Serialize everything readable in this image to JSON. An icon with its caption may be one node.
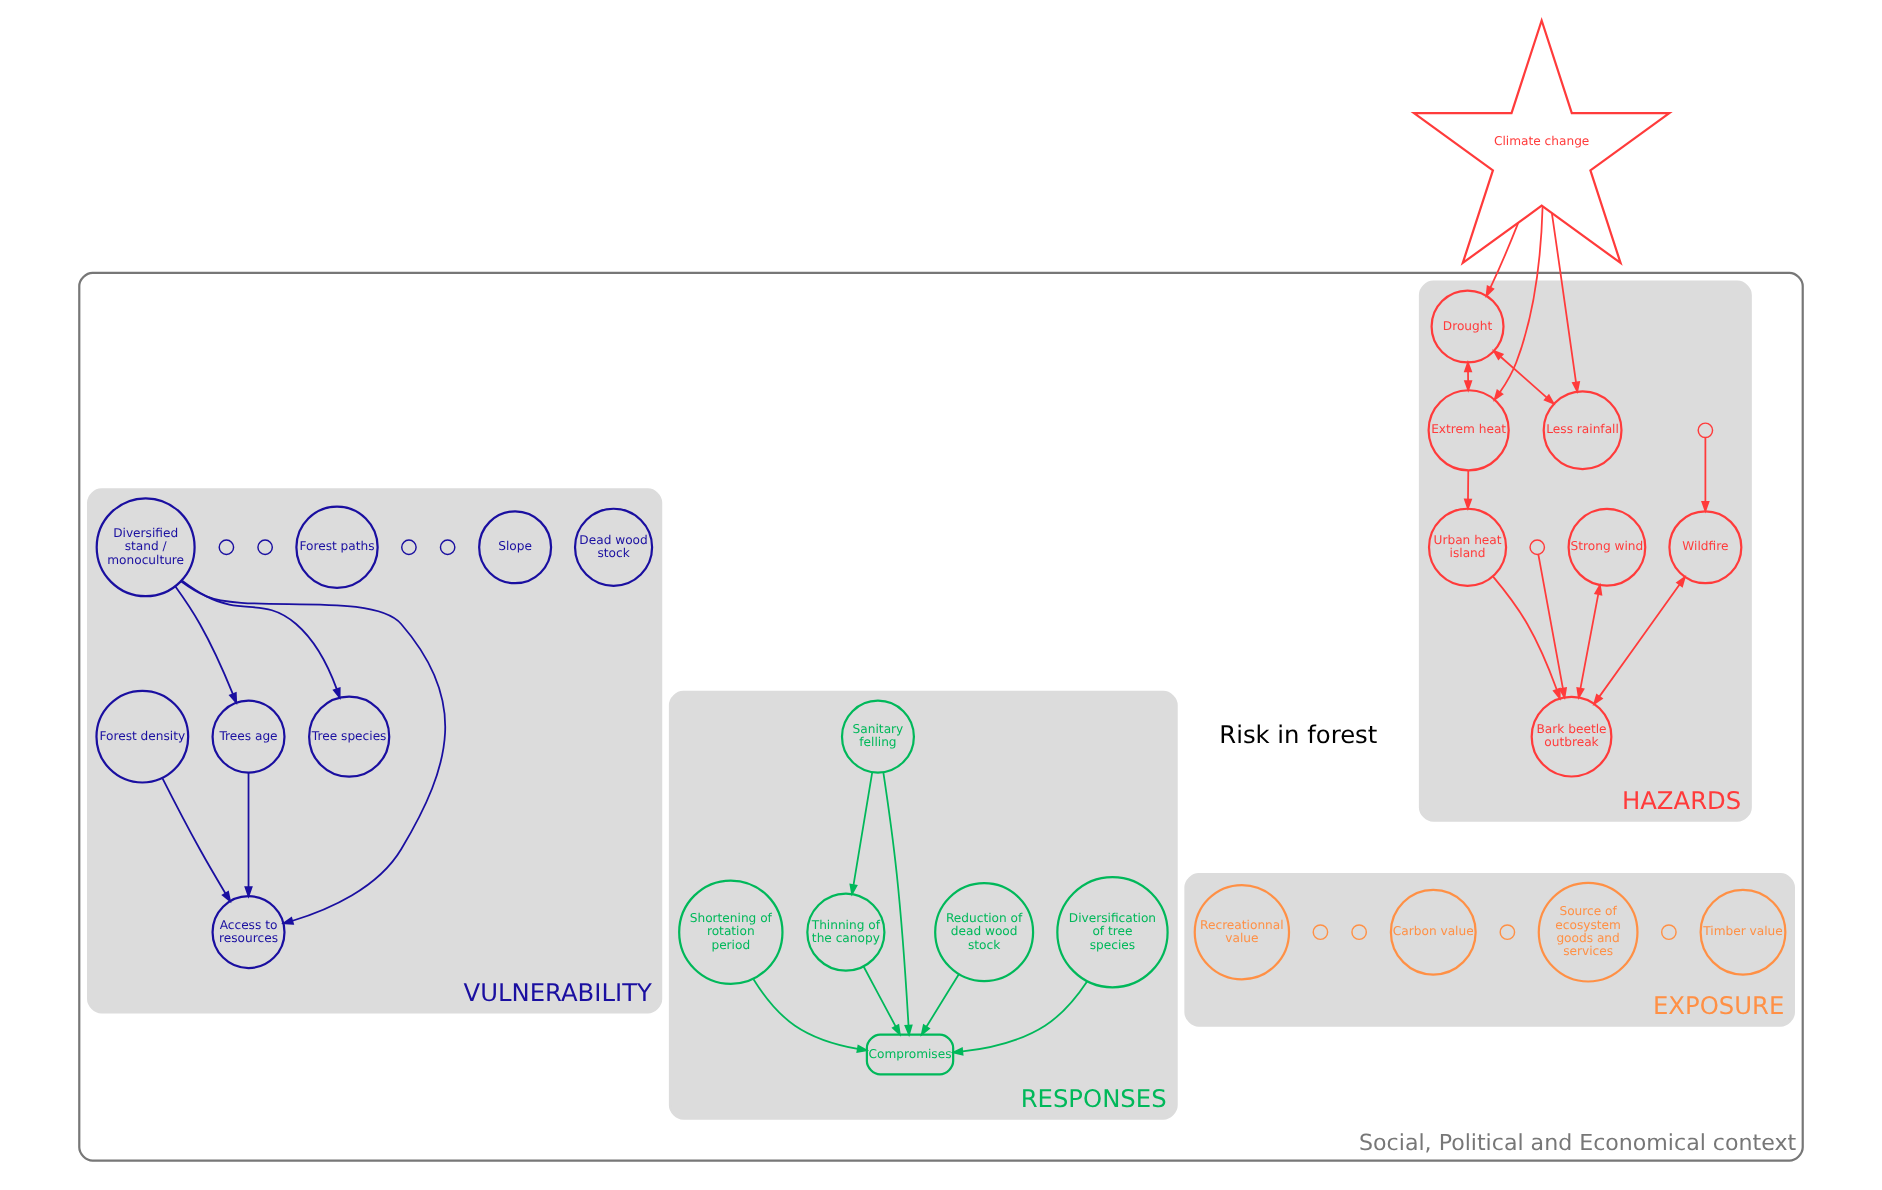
{
  "diagram": {
    "nodes": [
      {
        "text": [
          "Social, Political and Economical context"
        ]
      },
      {
        "text": [
          "HAZARDS"
        ],
        "in": 0
      },
      {
        "text": [
          "Drought"
        ],
        "in": 1
      },
      {
        "text": [],
        "shape": "circle",
        "in": 1
      },
      {
        "text": [
          "Strong wind"
        ],
        "in": 1
      },
      {
        "text": [
          "Wildfire"
        ],
        "in": 1
      },
      {
        "text": [
          "Less rainfall"
        ],
        "in": 1
      },
      {
        "text": [],
        "shape": "circle",
        "in": 1
      },
      {
        "text": [
          "Extrem heat"
        ],
        "in": 1
      },
      {
        "text": [
          "Bark beetle outbreak"
        ],
        "in": 1
      },
      {
        "text": [
          "Urban heat island"
        ],
        "in": 1
      },
      {
        "text": [
          "VULNERABILITY"
        ],
        "in": 0
      },
      {
        "text": [
          "Trees age"
        ],
        "in": 11
      },
      {
        "text": [
          "Forest density"
        ],
        "in": 11
      },
      {
        "text": [
          "Diversified stand / monoculture"
        ],
        "in": 11
      },
      {
        "text": [
          "Slope"
        ],
        "in": 11
      },
      {
        "text": [
          "Access to resources"
        ],
        "in": 11
      },
      {
        "text": [],
        "shape": "circle",
        "in": 11
      },
      {
        "text": [],
        "shape": "circle",
        "in": 11
      },
      {
        "text": [
          "Forest paths"
        ],
        "in": 11
      },
      {
        "text": [
          "Tree species"
        ],
        "in": 11
      },
      {
        "text": [],
        "shape": "circle",
        "in": 11
      },
      {
        "text": [],
        "shape": "circle",
        "in": 11
      },
      {
        "text": [
          "Dead wood stock"
        ],
        "in": 11
      },
      {
        "text": [
          "Risk in forest"
        ],
        "in": 0
      },
      {
        "text": [
          "EXPOSURE"
        ],
        "in": 0
      },
      {
        "text": [
          "Timber value"
        ],
        "in": 25
      },
      {
        "text": [],
        "shape": "circle",
        "in": 25
      },
      {
        "text": [
          "Source of ecosystem goods and services"
        ],
        "in": 25
      },
      {
        "text": [],
        "shape": "circle",
        "in": 25
      },
      {
        "text": [
          "Carbon value"
        ],
        "in": 25
      },
      {
        "text": [],
        "shape": "circle",
        "in": 25
      },
      {
        "text": [],
        "shape": "circle",
        "in": 25
      },
      {
        "text": [
          "Recreationnal value"
        ],
        "in": 25
      },
      {
        "text": [
          "RESPONSES"
        ],
        "in": 0
      },
      {
        "text": [
          "Diversification of tree species"
        ],
        "in": 34
      },
      {
        "text": [
          "Reduction of dead wood stock"
        ],
        "in": 34
      },
      {
        "text": [
          "Thinning of the canopy"
        ],
        "in": 34
      },
      {
        "text": [
          "Compromises"
        ],
        "in": 34
      },
      {
        "text": [
          "Sanitary felling"
        ],
        "in": 34
      },
      {
        "text": [
          "Shortening of rotation period"
        ],
        "in": 34
      },
      {
        "text": [
          "Climate change"
        ]
      }
    ],
    "edges": [
      {
        "from": 41,
        "to": 2,
        "arrow": "to"
      },
      {
        "from": 41,
        "to": 6,
        "arrow": "to"
      },
      {
        "from": 41,
        "to": 8,
        "arrow": "to"
      },
      {
        "from": 2,
        "to": 6,
        "arrow": "both"
      },
      {
        "from": 2,
        "to": 8,
        "arrow": "both"
      },
      {
        "from": 3,
        "to": 5,
        "arrow": "to"
      },
      {
        "from": 4,
        "to": 9,
        "arrow": "both"
      },
      {
        "from": 5,
        "to": 9,
        "arrow": "both"
      },
      {
        "from": 7,
        "to": 9,
        "arrow": "to"
      },
      {
        "from": 8,
        "to": 10,
        "arrow": "to"
      },
      {
        "from": 10,
        "to": 9,
        "arrow": "to"
      },
      {
        "from": 14,
        "to": 12,
        "arrow": "to",
        "color": "#1a0fa0"
      },
      {
        "from": 12,
        "to": 16,
        "arrow": "to",
        "color": "#1a0fa0"
      },
      {
        "from": 13,
        "to": 16,
        "arrow": "to",
        "color": "#1a0fa0"
      },
      {
        "from": 14,
        "to": 16,
        "arrow": "to",
        "color": "#1a0fa0"
      },
      {
        "from": 14,
        "to": 20,
        "arrow": "to",
        "color": "#1a0fa0"
      },
      {
        "from": 35,
        "to": 38,
        "arrow": "to",
        "color": "#00b85a"
      },
      {
        "from": 36,
        "to": 38,
        "arrow": "to",
        "color": "#00b85a"
      },
      {
        "from": 37,
        "to": 38,
        "arrow": "to",
        "color": "#00b85a"
      },
      {
        "from": 39,
        "to": 37,
        "arrow": "to",
        "color": "#00b85a"
      },
      {
        "from": 39,
        "to": 38,
        "arrow": "to",
        "color": "#00b85a"
      },
      {
        "from": 40,
        "to": 38,
        "arrow": "to",
        "color": "#00b85a"
      }
    ]
  }
}
